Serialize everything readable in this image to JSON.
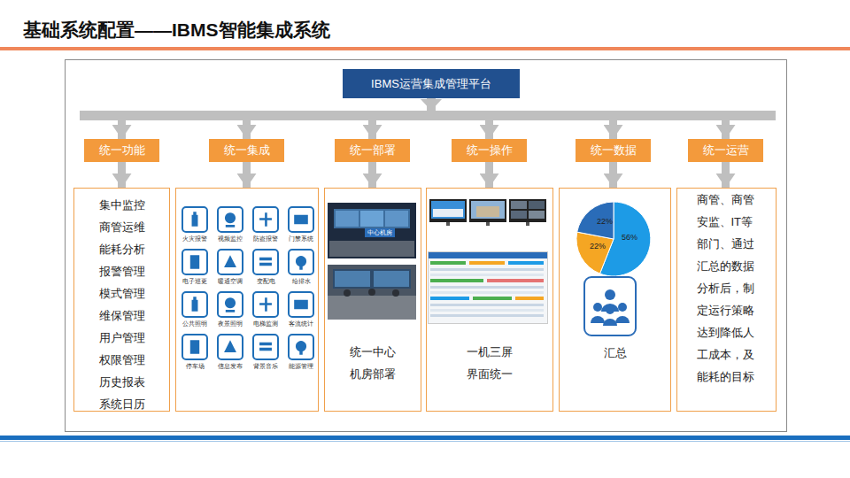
{
  "diagram": {
    "title": "基础系统配置——IBMS智能集成系统",
    "nodes": [
      {
        "text": [
          "IBMS运营集成管理平台"
        ]
      },
      {
        "text": [
          "统一功能"
        ]
      },
      {
        "text": [
          "统一集成"
        ]
      },
      {
        "text": [
          "统一部署"
        ]
      },
      {
        "text": [
          "统一操作"
        ]
      },
      {
        "text": [
          "统一数据"
        ]
      },
      {
        "text": [
          "统一运营"
        ]
      },
      {
        "text": [
          "集中监控",
          "商管运维",
          "能耗分析",
          "报警管理",
          "模式管理",
          "维保管理",
          "用户管理",
          "权限管理",
          "历史报表",
          "系统日历"
        ]
      },
      {
        "text": []
      },
      {
        "text": [
          "火灾报警"
        ],
        "in": 8
      },
      {
        "text": [
          "视频监控"
        ],
        "in": 8
      },
      {
        "text": [
          "防盗报警"
        ],
        "in": 8
      },
      {
        "text": [
          "门禁系统"
        ],
        "in": 8
      },
      {
        "text": [
          "电子巡更"
        ],
        "in": 8
      },
      {
        "text": [
          "暖通空调"
        ],
        "in": 8
      },
      {
        "text": [
          "变配电"
        ],
        "in": 8
      },
      {
        "text": [
          "给排水"
        ],
        "in": 8
      },
      {
        "text": [
          "公共照明"
        ],
        "in": 8
      },
      {
        "text": [
          "夜景照明"
        ],
        "in": 8
      },
      {
        "text": [
          "电梯监测"
        ],
        "in": 8
      },
      {
        "text": [
          "客流统计"
        ],
        "in": 8
      },
      {
        "text": [
          "停车场"
        ],
        "in": 8
      },
      {
        "text": [
          "信息发布"
        ],
        "in": 8
      },
      {
        "text": [
          "背景音乐"
        ],
        "in": 8
      },
      {
        "text": [
          "能源管理"
        ],
        "in": 8
      },
      {
        "text": [
          "统一中心 机房部署"
        ]
      },
      {
        "text": [
          "一机三屏 界面统一"
        ]
      },
      {
        "text": [
          "汇总"
        ]
      },
      {
        "text": [
          "商管、商管安监、IT等部门、通过汇总的数据分析后，制定运行策略达到降低人工成本，及能耗的目标"
        ]
      }
    ],
    "edges": [
      {
        "from": 0,
        "to": 1,
        "arrow": "to"
      },
      {
        "from": 0,
        "to": 2,
        "arrow": "to"
      },
      {
        "from": 0,
        "to": 3,
        "arrow": "to"
      },
      {
        "from": 0,
        "to": 4,
        "arrow": "to"
      },
      {
        "from": 0,
        "to": 5,
        "arrow": "to"
      },
      {
        "from": 0,
        "to": 6,
        "arrow": "to"
      },
      {
        "from": 1,
        "to": 7,
        "arrow": "to"
      },
      {
        "from": 2,
        "to": 8,
        "arrow": "to"
      },
      {
        "from": 3,
        "to": 25,
        "arrow": "to"
      },
      {
        "from": 4,
        "to": 26,
        "arrow": "to"
      },
      {
        "from": 5,
        "to": 27,
        "arrow": "to"
      },
      {
        "from": 6,
        "to": 28,
        "arrow": "to"
      }
    ],
    "labels": [
      "中心机房",
      "22%",
      "22%",
      "56%"
    ]
  }
}
